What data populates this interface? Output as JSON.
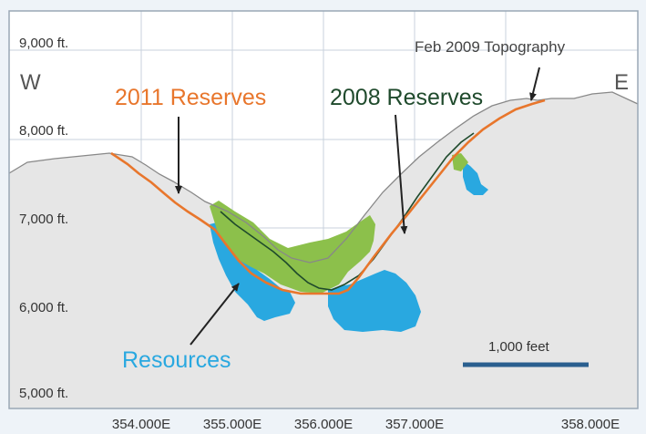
{
  "elevations": [
    "9,000 ft.",
    "8,000 ft.",
    "7,000 ft.",
    "6,000 ft.",
    "5,000 ft."
  ],
  "eastings": [
    "354.000E",
    "355.000E",
    "356.000E",
    "357.000E",
    "358.000E"
  ],
  "directions": {
    "west": "W",
    "east": "E"
  },
  "labels": {
    "reserves_2011": "2011 Reserves",
    "reserves_2008": "2008 Reserves",
    "topography": "Feb 2009 Topography",
    "resources": "Resources",
    "scale": "1,000 feet"
  },
  "colors": {
    "reserves_2011": "#e8762c",
    "reserves_2008": "#1f4a2c",
    "resources": "#29a8e0",
    "reserves_fill": "#8cc04b",
    "topography_fill": "#e6e6e6",
    "scale_bar": "#2a5f8f"
  }
}
